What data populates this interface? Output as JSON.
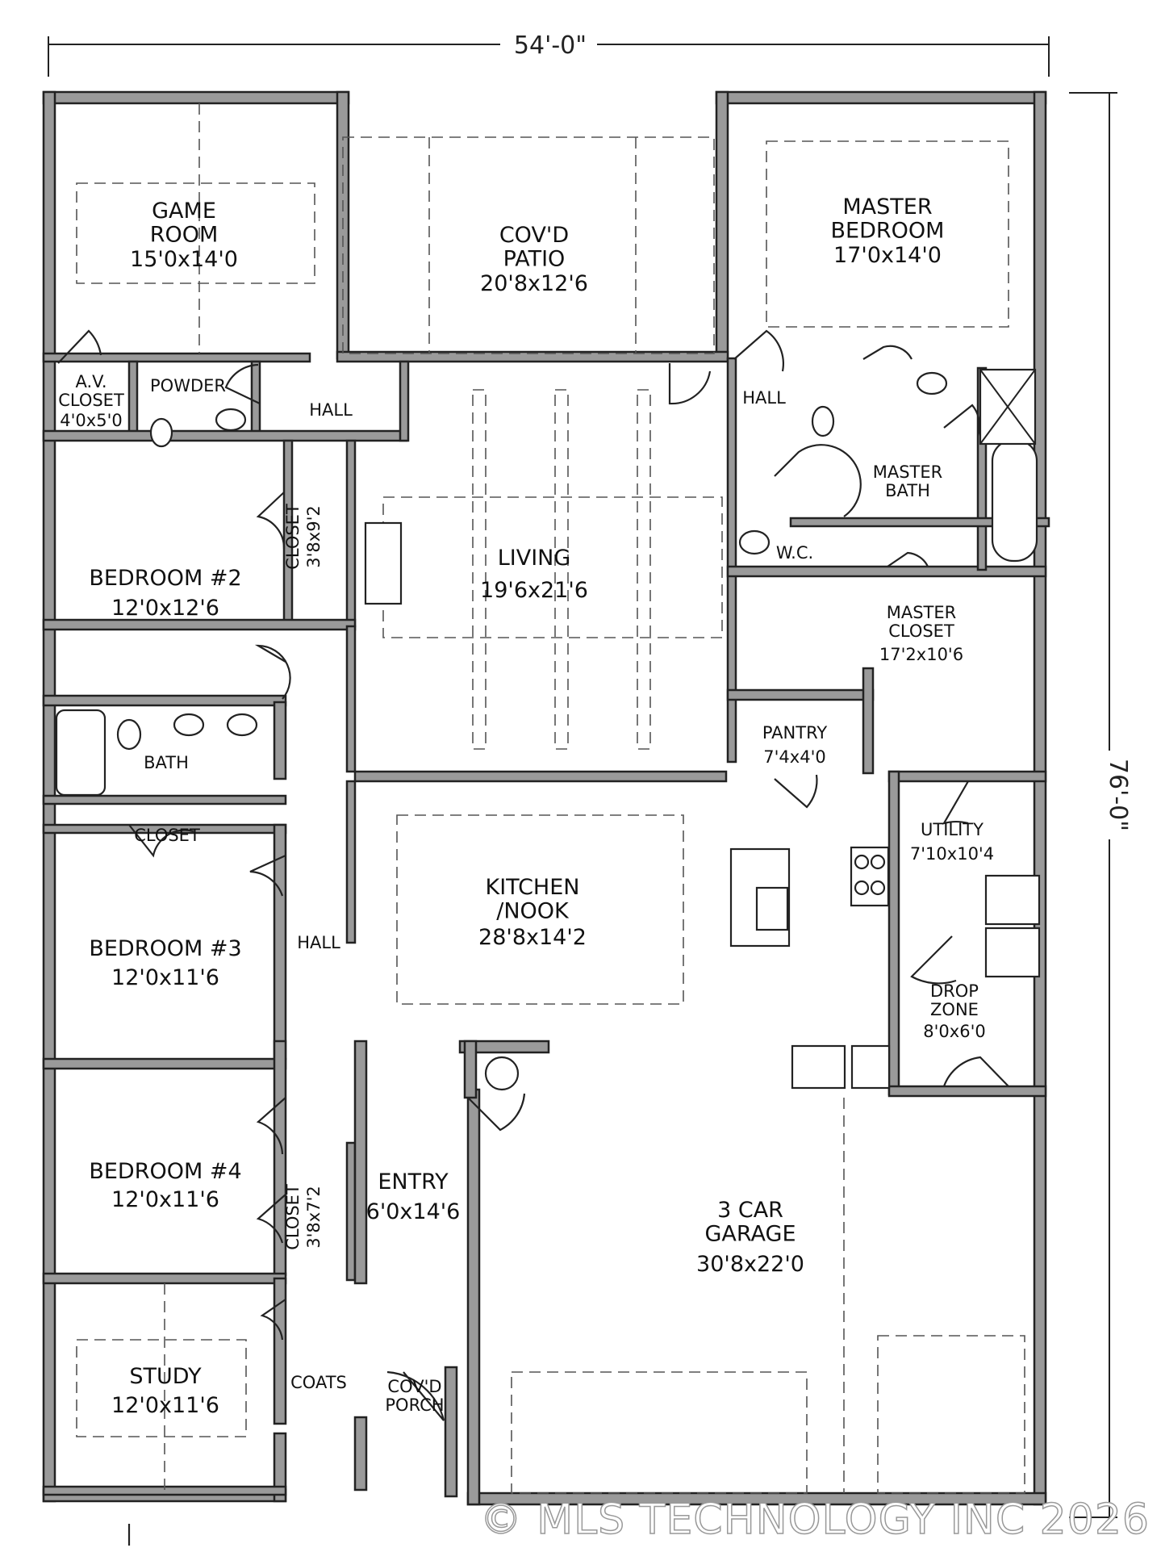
{
  "dimensions": {
    "width_label": "54'-0\"",
    "depth_label": "76'-0\""
  },
  "rooms": {
    "game_room": {
      "name": "GAME\nROOM",
      "size": "15'0x14'0"
    },
    "covd_patio": {
      "name": "COV'D\nPATIO",
      "size": "20'8x12'6"
    },
    "master_bedroom": {
      "name": "MASTER\nBEDROOM",
      "size": "17'0x14'0"
    },
    "av_closet": {
      "name": "A.V.\nCLOSET",
      "size": "4'0x5'0"
    },
    "powder": {
      "name": "POWDER"
    },
    "hall_upper_left": {
      "name": "HALL"
    },
    "hall_upper_right": {
      "name": "HALL"
    },
    "master_bath": {
      "name": "MASTER\nBATH"
    },
    "wc": {
      "name": "W.C."
    },
    "living": {
      "name": "LIVING",
      "size": "19'6x21'6"
    },
    "bedroom_2": {
      "name": "BEDROOM #2",
      "size": "12'0x12'6"
    },
    "closet_bed2": {
      "name": "CLOSET",
      "size": "3'8x9'2"
    },
    "master_closet": {
      "name": "MASTER\nCLOSET",
      "size": "17'2x10'6"
    },
    "bath": {
      "name": "BATH"
    },
    "pantry": {
      "name": "PANTRY",
      "size": "7'4x4'0"
    },
    "closet_hall": {
      "name": "CLOSET"
    },
    "kitchen_nook": {
      "name": "KITCHEN\n/NOOK",
      "size": "28'8x14'2"
    },
    "utility": {
      "name": "UTILITY",
      "size": "7'10x10'4"
    },
    "bedroom_3": {
      "name": "BEDROOM #3",
      "size": "12'0x11'6"
    },
    "hall_center": {
      "name": "HALL"
    },
    "drop_zone": {
      "name": "DROP\nZONE",
      "size": "8'0x6'0"
    },
    "bedroom_4": {
      "name": "BEDROOM #4",
      "size": "12'0x11'6"
    },
    "closet_bed4": {
      "name": "CLOSET",
      "size": "3'8x7'2"
    },
    "entry": {
      "name": "ENTRY",
      "size": "6'0x14'6"
    },
    "garage": {
      "name": "3 CAR\nGARAGE",
      "size": "30'8x22'0"
    },
    "study": {
      "name": "STUDY",
      "size": "12'0x11'6"
    },
    "coats": {
      "name": "COATS"
    },
    "covd_porch": {
      "name": "COV'D\nPORCH"
    }
  },
  "watermark": "© MLS TECHNOLOGY INC 2026",
  "colors": {
    "wall_fill": "#9a9a9a",
    "line": "#222222",
    "background": "#ffffff"
  }
}
